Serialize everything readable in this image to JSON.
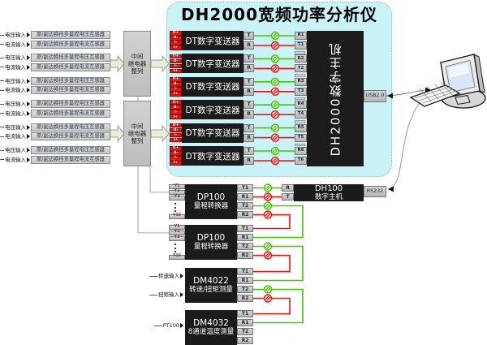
{
  "panel": {
    "title": "DH2000宽频功率分析仪"
  },
  "top_inputs": {
    "voltage_label": "电压输入",
    "current_label": "电流输入",
    "voltage_box": "原/副边换挡多量程电压互感器",
    "current_box": "原/副边换挡多量程电流互感器",
    "pair_count": 6
  },
  "relay": {
    "line1": "中间",
    "line2": "继电器",
    "line3": "整列",
    "count": 2
  },
  "transmitter": {
    "label": "DT数字变送器",
    "terminals": [
      "U+",
      "U-",
      "I-",
      "I+"
    ],
    "tx": "T",
    "rx": "R",
    "count": 6
  },
  "host": {
    "name": "DH2000数字主机",
    "ports": [
      "R1",
      "T1",
      "R2",
      "T2",
      "R3",
      "T3",
      "R4",
      "T4",
      "R5",
      "T5",
      "R6",
      "T6"
    ],
    "usb_label": "USB2.0"
  },
  "dh100": {
    "name": "DH100",
    "subtitle": "数字主机",
    "rx": "R",
    "tx": "T",
    "rs232_label": "RS232"
  },
  "devices": [
    {
      "name": "DP100",
      "subtitle": "量程转换器",
      "left_ports": [
        "Y1",
        "Y2",
        "Y3",
        "Y16"
      ],
      "right_ports": [
        "T1",
        "R1",
        "T2",
        "R2"
      ],
      "inputs": []
    },
    {
      "name": "DP100",
      "subtitle": "量程转换器",
      "left_ports": [
        "Y1",
        "Y2",
        "Y3",
        "Y16"
      ],
      "right_ports": [
        "T1",
        "R1",
        "T2",
        "R2"
      ],
      "inputs": []
    },
    {
      "name": "DM4022",
      "subtitle": "转速/扭矩测量",
      "left_ports": [],
      "right_ports": [
        "T1",
        "R1",
        "T2",
        "R2"
      ],
      "inputs": [
        "转速输入",
        "扭矩输入"
      ]
    },
    {
      "name": "DM4032",
      "subtitle": "8通道温度测量",
      "left_ports": [],
      "right_ports": [
        "T1",
        "R1",
        "T2",
        "R2"
      ],
      "inputs": [
        "PT100"
      ]
    }
  ],
  "colors": {
    "panel_bg": "#c9f3f7",
    "wire_green": "#46c40a",
    "wire_red": "#ee1111",
    "terminal_red": "#e8120c",
    "dark_box": "#1b1b1b",
    "block_arrow": "#e9eedb",
    "gray_wire": "#b0b0b0"
  }
}
